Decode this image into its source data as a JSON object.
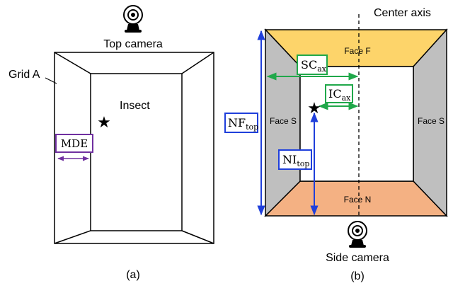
{
  "panel_a": {
    "camera_label": "Top camera",
    "grid_label": "Grid A",
    "insect_label": "Insect",
    "mde_label": "MDE",
    "caption": "(a)",
    "icons": [
      "camera-icon",
      "star-icon"
    ]
  },
  "panel_b": {
    "camera_label": "Side camera",
    "axis_label": "Center axis",
    "face_f": "Face F",
    "face_n": "Face N",
    "face_s_left": "Face S",
    "face_s_right": "Face S",
    "sc_main": "SC",
    "sc_sub": "ax",
    "ic_main": "IC",
    "ic_sub": "ax",
    "nf_main": "NF",
    "nf_sub": "top",
    "ni_main": "NI",
    "ni_sub": "top",
    "caption": "(b)",
    "icons": [
      "camera-icon",
      "star-icon"
    ]
  },
  "colors": {
    "face_f": "#fdd46a",
    "face_n": "#f4b183",
    "face_s": "#bfbfbf",
    "blue": "#1f3fdb",
    "green": "#20a84a",
    "purple": "#7030a0"
  }
}
